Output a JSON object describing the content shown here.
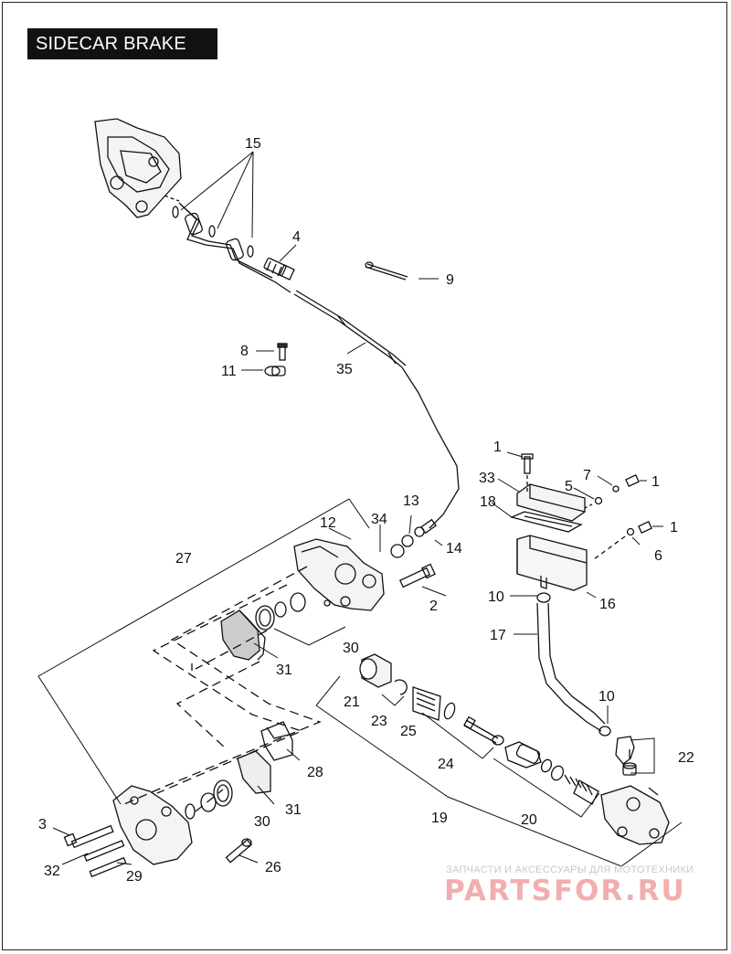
{
  "title": "SIDECAR BRAKE",
  "callouts": {
    "c1a": "1",
    "c1b": "1",
    "c1c": "1",
    "c2": "2",
    "c3": "3",
    "c4": "4",
    "c5": "5",
    "c6": "6",
    "c7": "7",
    "c8": "8",
    "c9": "9",
    "c10a": "10",
    "c10b": "10",
    "c11": "11",
    "c12": "12",
    "c13": "13",
    "c14": "14",
    "c15": "15",
    "c16": "16",
    "c17": "17",
    "c18": "18",
    "c19": "19",
    "c20": "20",
    "c21": "21",
    "c22": "22",
    "c23": "23",
    "c24": "24",
    "c25": "25",
    "c26": "26",
    "c27": "27",
    "c28": "28",
    "c29": "29",
    "c30a": "30",
    "c30b": "30",
    "c31a": "31",
    "c31b": "31",
    "c32": "32",
    "c33": "33",
    "c34": "34",
    "c35": "35"
  },
  "watermark": {
    "caption": "ЗАПЧАСТИ И АКСЕССУАРЫ ДЛЯ МОТОТЕХНИКИ",
    "brand": "PARTSFOR.RU"
  },
  "colors": {
    "ink": "#111111",
    "watermark": "#f0a0a0",
    "watermark_caption": "#c9c9c9"
  }
}
